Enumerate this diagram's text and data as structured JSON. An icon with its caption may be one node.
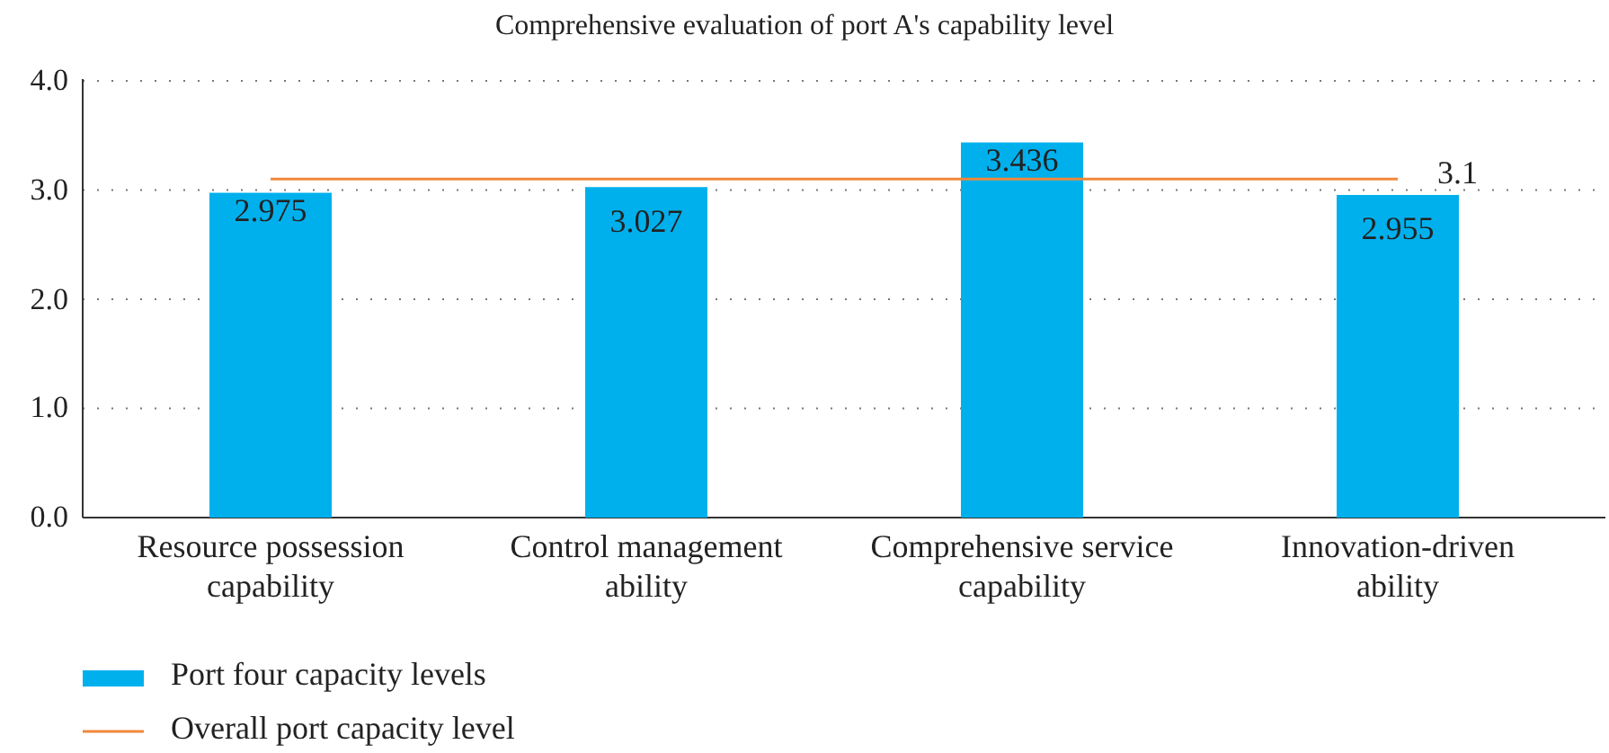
{
  "diagram": {
    "chart_data": {
      "type": "bar",
      "title": "Comprehensive evaluation of port A's capability level",
      "categories": [
        "Resource possession capability",
        "Control management ability",
        "Comprehensive service capability",
        "Innovation-driven ability"
      ],
      "series": [
        {
          "color": "#00b0ec",
          "values": [
            2.975,
            3.027,
            3.436,
            2.955
          ]
        },
        {
          "type": "line",
          "color": "#f0883a",
          "values": [
            3.1,
            3.1,
            3.1,
            3.1
          ]
        }
      ],
      "ylim": [
        0,
        4
      ],
      "yticks": [
        {
          "value": 0,
          "label": "0.0"
        },
        {
          "value": 1,
          "label": "1.0"
        },
        {
          "value": 2,
          "label": "2.0"
        },
        {
          "value": 3,
          "label": "3.0"
        },
        {
          "value": 4,
          "label": "4.0"
        }
      ],
      "grid": true,
      "value_labels": [
        [
          "2.975",
          "3.027",
          "3.436",
          "2.955"
        ],
        [
          null,
          null,
          null,
          "3.1"
        ]
      ]
    },
    "legend": [
      {
        "text": "Port four capacity levels",
        "color": "#00b0ec"
      },
      {
        "text": "Overall port capacity level"
      }
    ]
  }
}
